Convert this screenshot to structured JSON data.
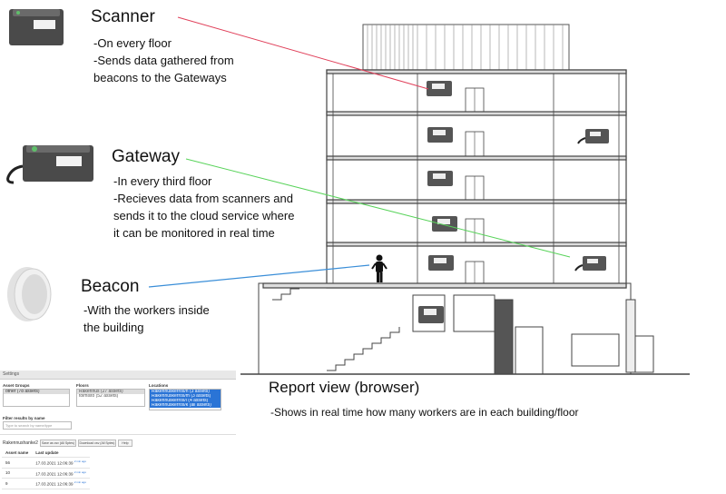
{
  "scanner": {
    "title": "Scanner",
    "line1": "-On every floor",
    "line2": "-Sends data gathered from",
    "line3": "beacons to the Gateways"
  },
  "gateway": {
    "title": "Gateway",
    "line1": "-In every third floor",
    "line2": "-Recieves data from scanners and",
    "line3": "sends it to the cloud service where",
    "line4": "it can be monitored in real time"
  },
  "beacon": {
    "title": "Beacon",
    "line1": "-With the workers inside",
    "line2": "the building"
  },
  "report": {
    "title": "Report view (browser)",
    "line1": "-Shows in real time how many workers are in each building/floor"
  },
  "panel": {
    "header": "Settings",
    "asset_groups_label": "Asset Groups",
    "asset_groups": [
      "other (78 assets)"
    ],
    "floors_label": "Floors",
    "floors": [
      "Rakennus (27 assets)",
      "toimisto (52 assets)"
    ],
    "locations_label": "Locations",
    "locations": [
      "Rakennuskerros/n (3 assets)",
      "Rakennuskerros/m (3 assets)",
      "Rakennuskerros/l (4 assets)",
      "Rakennuskerros/k (all assets)"
    ],
    "filter_label": "Filter results by name",
    "filter_placeholder": "Type to search by name/type",
    "section_title": "Rakennushanke2",
    "btn1": "Save as csv (All Sptes)",
    "btn2": "Download csv (All Sptes)",
    "btn3": "Help",
    "table_headers": [
      "Asset name",
      "Last update"
    ],
    "rows": [
      {
        "name": "56",
        "time": "17.03.2021 12:06:39",
        "tag": "2 min ago"
      },
      {
        "name": "10",
        "time": "17.03.2021 12:06:39",
        "tag": "2 min ago"
      },
      {
        "name": "9",
        "time": "17.03.2021 12:06:39",
        "tag": "2 min ago"
      }
    ]
  },
  "colors": {
    "scanner_line": "#e0405a",
    "gateway_line": "#58d35a",
    "beacon_line": "#3a8ed8",
    "building_stroke": "#444444"
  }
}
